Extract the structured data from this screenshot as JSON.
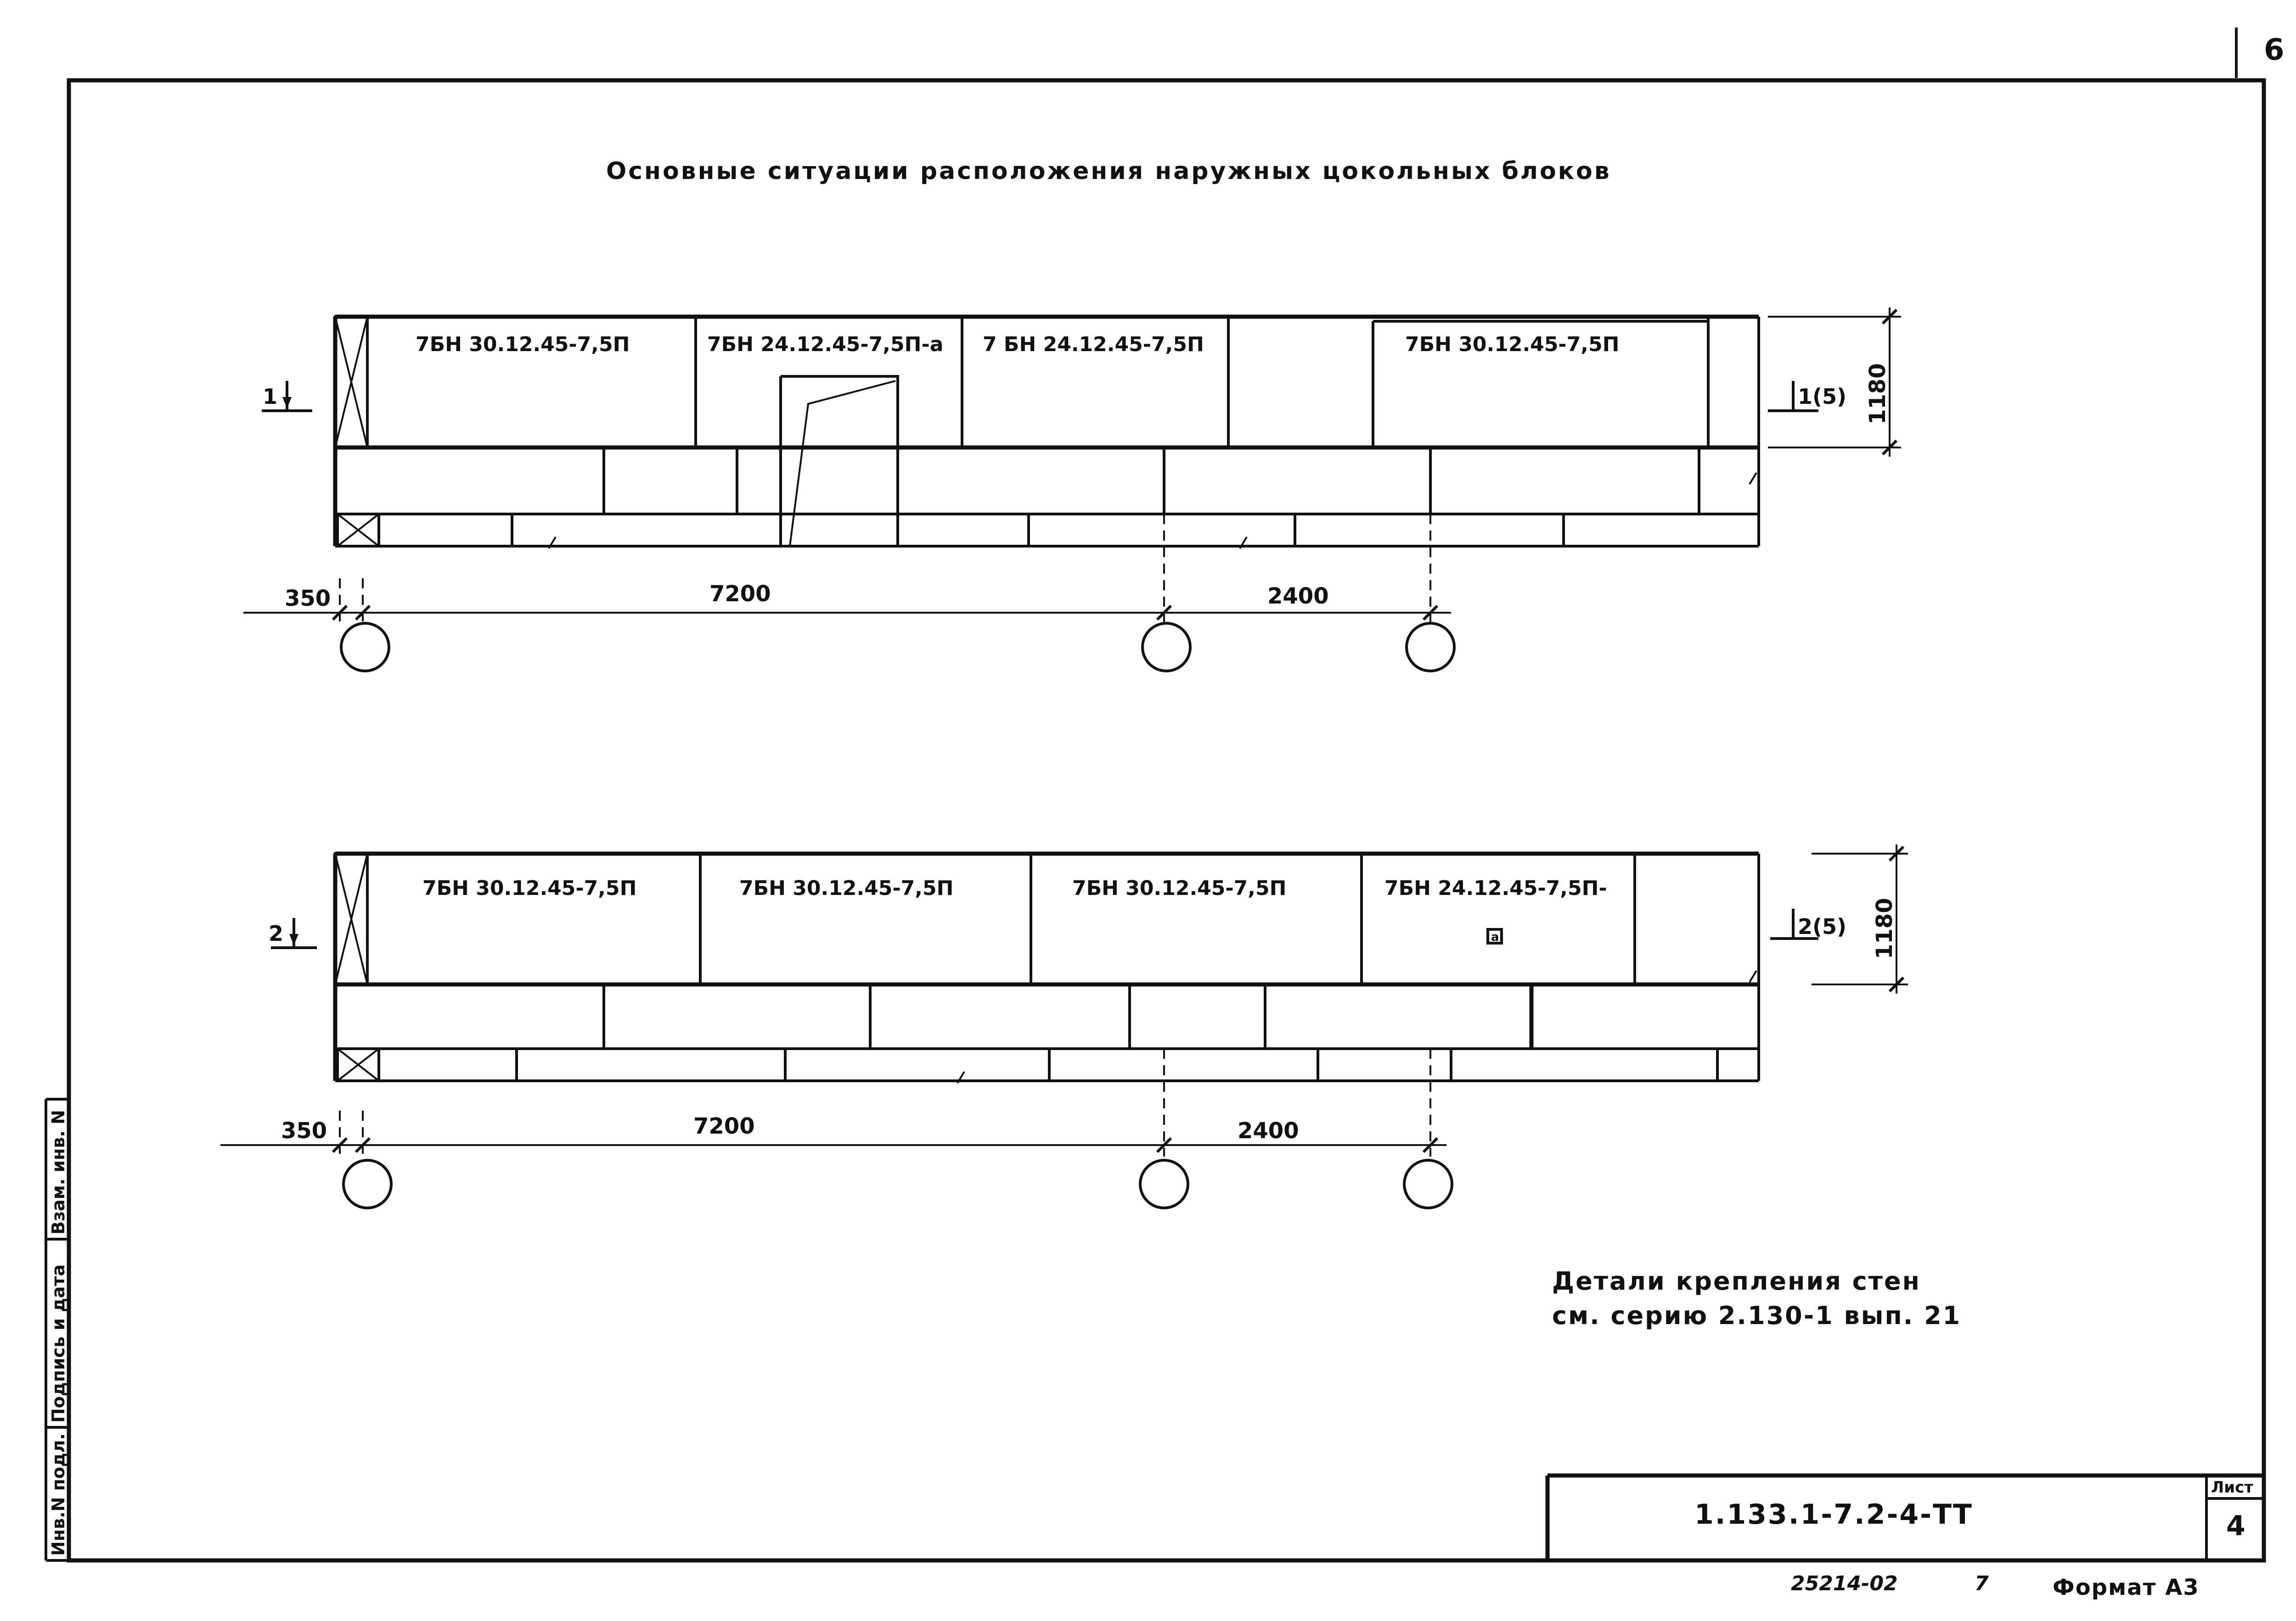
{
  "page_number": "6",
  "title": "Основные ситуации расположения наружных цокольных блоков",
  "diagram_1": {
    "section_mark": "1",
    "section_ref": "1(5)",
    "height": "1180",
    "blocks": [
      "7БН 30.12.45-7,5П",
      "7БН 24.12.45-7,5П-а",
      "7 БН 24.12.45-7,5П",
      "7БН 30.12.45-7,5П"
    ],
    "dims": [
      "350",
      "7200",
      "2400"
    ]
  },
  "diagram_2": {
    "section_mark": "2",
    "section_ref": "2(5)",
    "height": "1180",
    "blocks": [
      "7БН 30.12.45-7,5П",
      "7БН 30.12.45-7,5П",
      "7БН 30.12.45-7,5П",
      "7БН 24.12.45-7,5П-"
    ],
    "opening_mark": "а",
    "dims": [
      "350",
      "7200",
      "2400"
    ]
  },
  "note": {
    "line1": "Детали крепления стен",
    "line2": "см. серию 2.130-1 вып. 21"
  },
  "side_stamp": {
    "inv_podl": "Инв.N подл.",
    "podpis_data": "Подпись и дата",
    "vzam_inv": "Взам. инв. N"
  },
  "title_block": {
    "designation": "1.133.1-7.2-4-ТТ",
    "sheet_label": "Лист",
    "sheet_value": "4"
  },
  "footer": {
    "order_number": "25214-02",
    "copy": "7",
    "format": "Формат А3"
  }
}
